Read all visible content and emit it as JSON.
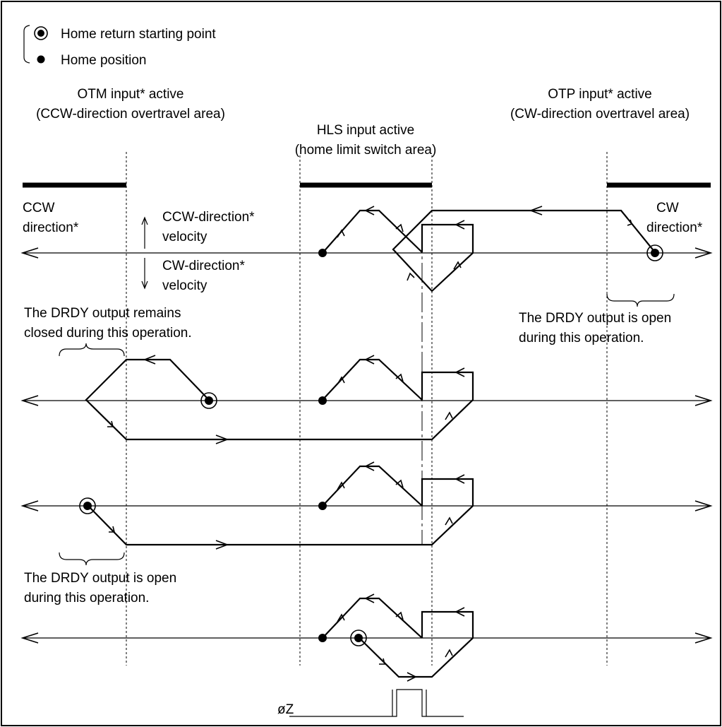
{
  "legend": {
    "start_point_label": "Home return starting point",
    "home_position_label": "Home position"
  },
  "areas": {
    "otm_title": "OTM input* active",
    "otm_subtitle": "(CCW-direction overtravel area)",
    "hls_title": "HLS input active",
    "hls_subtitle": "(home limit switch area)",
    "otp_title": "OTP input* active",
    "otp_subtitle": "(CW-direction overtravel area)"
  },
  "directions": {
    "ccw_line1": "CCW",
    "ccw_line2": "direction*",
    "cw_line1": "CW",
    "cw_line2": "direction*"
  },
  "velocity": {
    "ccw_line1": "CCW-direction*",
    "ccw_line2": "velocity",
    "cw_line1": "CW-direction*",
    "cw_line2": "velocity"
  },
  "notes": {
    "drdy_closed_line1": "The DRDY output remains",
    "drdy_closed_line2": "closed during this operation.",
    "drdy_open_right_line1": "The DRDY output is open",
    "drdy_open_right_line2": "during this operation.",
    "drdy_open_left_line1": "The DRDY output is open",
    "drdy_open_left_line2": "during this operation."
  },
  "signal": {
    "phase_z_label": "øZ"
  },
  "colors": {
    "ink": "#000000",
    "background": "#ffffff"
  }
}
